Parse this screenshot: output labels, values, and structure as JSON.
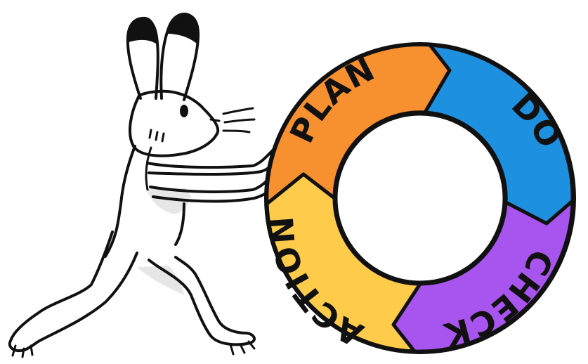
{
  "cycle": {
    "segments": [
      {
        "id": "plan",
        "label": "PLAN",
        "color": "#F7902F"
      },
      {
        "id": "do",
        "label": "DO",
        "color": "#1E90E0"
      },
      {
        "id": "check",
        "label": "CHECK",
        "color": "#A855F0"
      },
      {
        "id": "action",
        "label": "ACTION",
        "color": "#FFCB4A"
      }
    ]
  },
  "character": {
    "name": "rabbit",
    "colors": {
      "outline": "#111111",
      "body": "#ffffff",
      "shadow": "#E6E6E6"
    }
  }
}
